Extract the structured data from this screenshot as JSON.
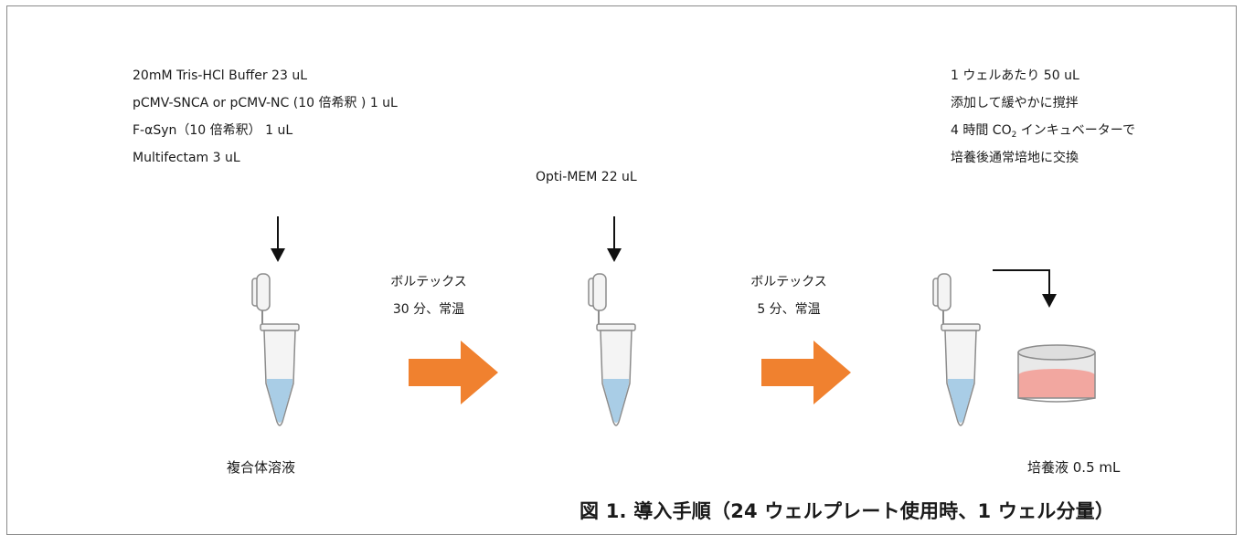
{
  "step1": {
    "reagents": [
      "20mM Tris-HCl Buffer  23 uL",
      "pCMV-SNCA  or  pCMV-NC (10 倍希釈 ) 1 uL",
      "F-αSyn（10 倍希釈）  1 uL",
      "Multifectam  3 uL"
    ],
    "tube_label": "複合体溶液"
  },
  "vortex1": {
    "line1": "ボルテックス",
    "line2": "30 分、常温"
  },
  "step2": {
    "reagent": "Opti-MEM   22 uL"
  },
  "vortex2": {
    "line1": "ボルテックス",
    "line2": "5 分、常温"
  },
  "step3": {
    "line1": "1 ウェルあたり 50 uL",
    "line2": "添加して緩やかに撹拌",
    "line3_pre": "4 時間 CO",
    "line3_sub": "2",
    "line3_post": " インキュベーターで",
    "line4": "培養後通常培地に交換",
    "well_label": "培養液 0.5 mL"
  },
  "caption": "図 1. 導入手順（24 ウェルプレート使用時、1 ウェル分量）",
  "colors": {
    "flow_arrow": "#f0812f",
    "tube_liquid": "#a9cde6",
    "well_liquid": "#f2a7a0",
    "tube_body": "#f4f4f4",
    "outline": "#8c8c8c"
  }
}
